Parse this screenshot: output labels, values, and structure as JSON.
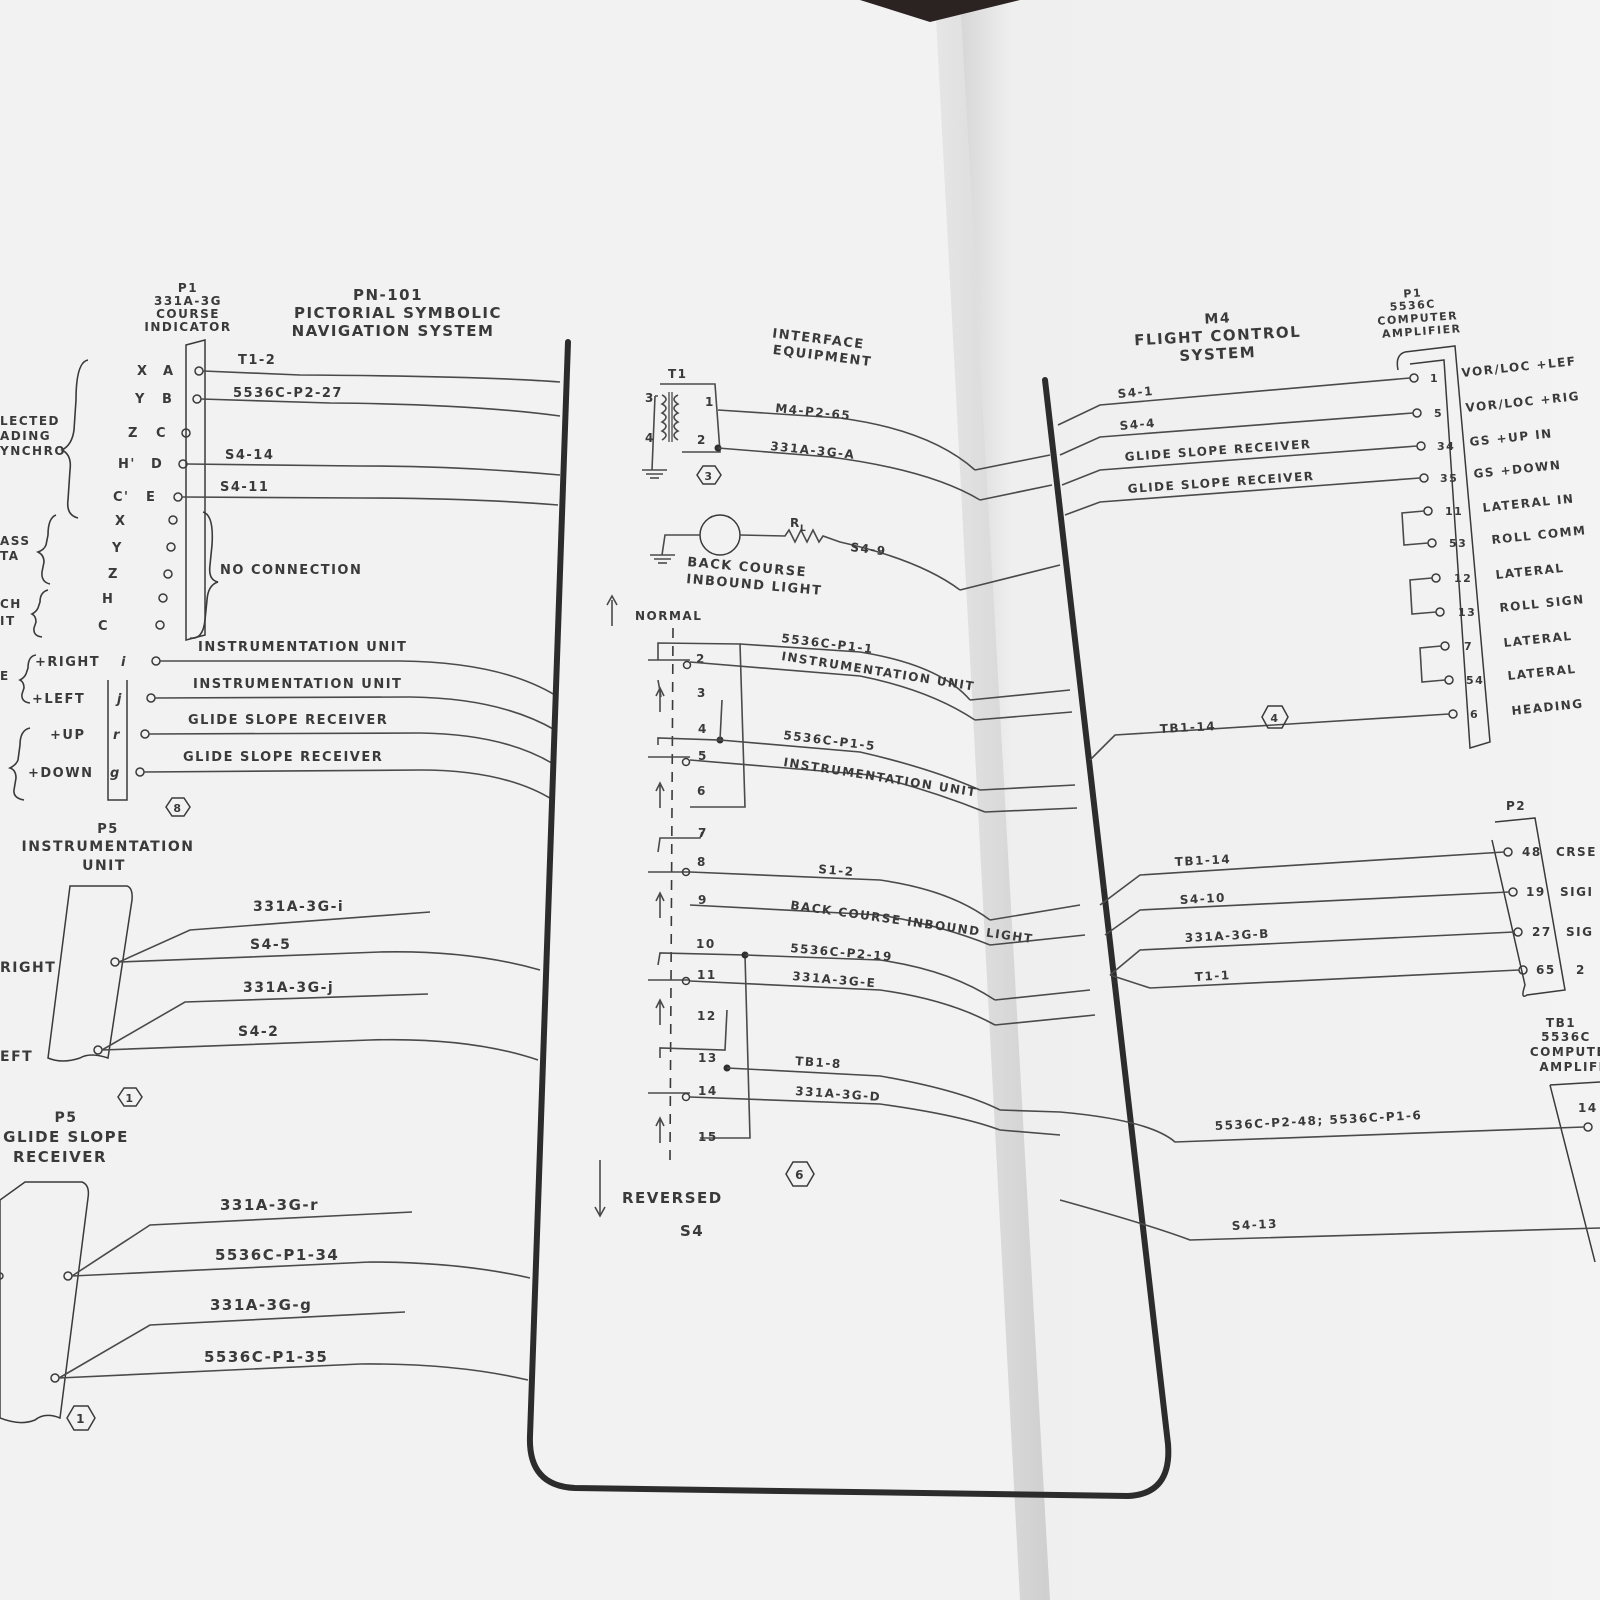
{
  "title": {
    "pn101_code": "PN-101",
    "pn101_name_1": "PICTORIAL SYMBOLIC",
    "pn101_name_2": "NAVIGATION SYSTEM",
    "interface_1": "INTERFACE",
    "interface_2": "EQUIPMENT",
    "m4_code": "M4",
    "m4_name_1": "FLIGHT CONTROL",
    "m4_name_2": "SYSTEM"
  },
  "p1_indicator": {
    "lines": [
      "P1",
      "331A-3G",
      "COURSE",
      "INDICATOR"
    ],
    "left_letters": [
      "X",
      "Y",
      "Z",
      "H'",
      "C'",
      "X",
      "Y",
      "Z",
      "H",
      "C"
    ],
    "pins": [
      "A",
      "B",
      "C",
      "D",
      "E"
    ],
    "lower_pins": [
      "i",
      "j",
      "r",
      "g"
    ],
    "side_labels": [
      "+RIGHT",
      "+LEFT",
      "+UP",
      "+DOWN"
    ],
    "group_labels": [
      "LECTED",
      "ADING",
      "YNCHRO",
      "ASS",
      "TA",
      "CH",
      "IT",
      "E"
    ],
    "wire_labels": [
      "T1-2",
      "5536C-P2-27",
      "S4-14",
      "S4-11",
      "NO  CONNECTION",
      "INSTRUMENTATION  UNIT",
      "INSTRUMENTATION  UNIT",
      "GLIDE  SLOPE  RECEIVER",
      "GLIDE  SLOPE  RECEIVER"
    ],
    "note": "8"
  },
  "p5_instr": {
    "lines": [
      "P5",
      "INSTRUMENTATION",
      "UNIT"
    ],
    "side_labels": [
      "RIGHT",
      "EFT"
    ],
    "wire_labels": [
      "331A-3G-i",
      "S4-5",
      "331A-3G-j",
      "S4-2"
    ],
    "note": "1"
  },
  "p5_glide": {
    "lines": [
      "P5",
      "GLIDE SLOPE",
      "RECEIVER"
    ],
    "wire_labels": [
      "331A-3G-r",
      "5536C-P1-34",
      "331A-3G-g",
      "5536C-P1-35"
    ],
    "note": "1"
  },
  "interface": {
    "t1": "T1",
    "t1_pins": [
      "3",
      "4",
      "1",
      "2"
    ],
    "t1_wires": [
      "M4-P2-65",
      "331A-3G-A"
    ],
    "t1_note": "3",
    "light_r": "R",
    "light_r_sub": "L",
    "light_wire": "S4-9",
    "light_label_1": "BACK  COURSE",
    "light_label_2": "INBOUND  LIGHT",
    "normal": "NORMAL",
    "reversed": "REVERSED",
    "switch": "S4",
    "switch_note": "6",
    "switch_pins": [
      "2",
      "3",
      "4",
      "5",
      "6",
      "7",
      "8",
      "9",
      "10",
      "11",
      "12",
      "13",
      "14",
      "15"
    ],
    "switch_wires": [
      "5536C-P1-1",
      "INSTRUMENTATION  UNIT",
      "5536C-P1-5",
      "INSTRUMENTATION  UNIT",
      "S1-2",
      "BACK  COURSE  INBOUND  LIGHT",
      "5536C-P2-19",
      "331A-3G-E",
      "TB1-8",
      "331A-3G-D"
    ]
  },
  "m4_side": {
    "p1_lines": [
      "P1",
      "5536C",
      "COMPUTER",
      "AMPLIFIER"
    ],
    "p1_pins": [
      "1",
      "5",
      "34",
      "35",
      "11",
      "53",
      "12",
      "13",
      "7",
      "54",
      "6"
    ],
    "p1_functions": [
      "VOR/LOC  +LEF",
      "VOR/LOC  +RIG",
      "GS  +UP  IN",
      "GS  +DOWN",
      "LATERAL  IN",
      "ROLL  COMM",
      "LATERAL",
      "ROLL  SIGN",
      "LATERAL",
      "LATERAL",
      "HEADING"
    ],
    "p1_wires": [
      "S4-1",
      "S4-4",
      "GLIDE  SLOPE  RECEIVER",
      "GLIDE  SLOPE  RECEIVER",
      "TB1-14"
    ],
    "p1_note": "4",
    "p2_label": "P2",
    "p2_pins": [
      "48",
      "19",
      "27",
      "65"
    ],
    "p2_functions": [
      "CRSE",
      "SIGI",
      "SIG",
      "2"
    ],
    "p2_wires": [
      "TB1-14",
      "S4-10",
      "331A-3G-B",
      "T1-1"
    ],
    "tb1_lines": [
      "TB1",
      "5536C",
      "COMPUTE",
      "AMPLIFI"
    ],
    "tb1_pin": "14",
    "tb1_wires": [
      "5536C-P2-48;  5536C-P1-6",
      "S4-13"
    ]
  }
}
